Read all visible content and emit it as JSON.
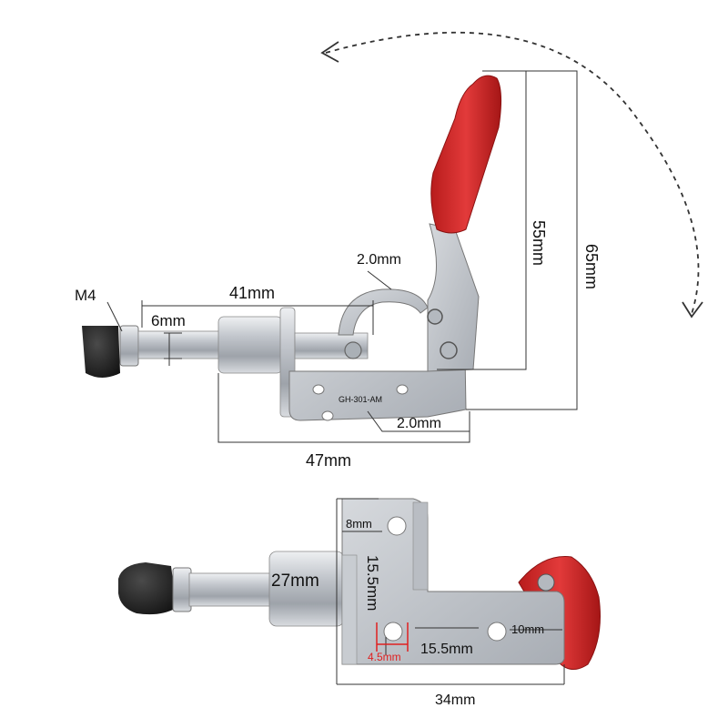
{
  "labels": {
    "thread": "M4",
    "plunger_dia": "6mm",
    "plunger_length": "41mm",
    "body_length": "47mm",
    "handle_thickness": "2.0mm",
    "base_thickness": "2.0mm",
    "height_pivot": "55mm",
    "height_total": "65mm",
    "sleeve_length": "27mm",
    "hole_offset": "8mm",
    "hole_spacing_v": "15.5mm",
    "hole_dia": "4.5mm",
    "hole_spacing_h": "15.5mm",
    "edge_offset": "10mm",
    "base_width": "34mm",
    "base_stamp": "GH-301-AM"
  },
  "colors": {
    "metal": "#c9ccd1",
    "metal_dark": "#8f949b",
    "handle": "#d42a2a",
    "rubber": "#1c1c1c",
    "dimension_line": "#333333",
    "hole_highlight": "#e02020"
  },
  "icons": {
    "rotation_arrow": "curved-dashed-arrow-icon"
  }
}
